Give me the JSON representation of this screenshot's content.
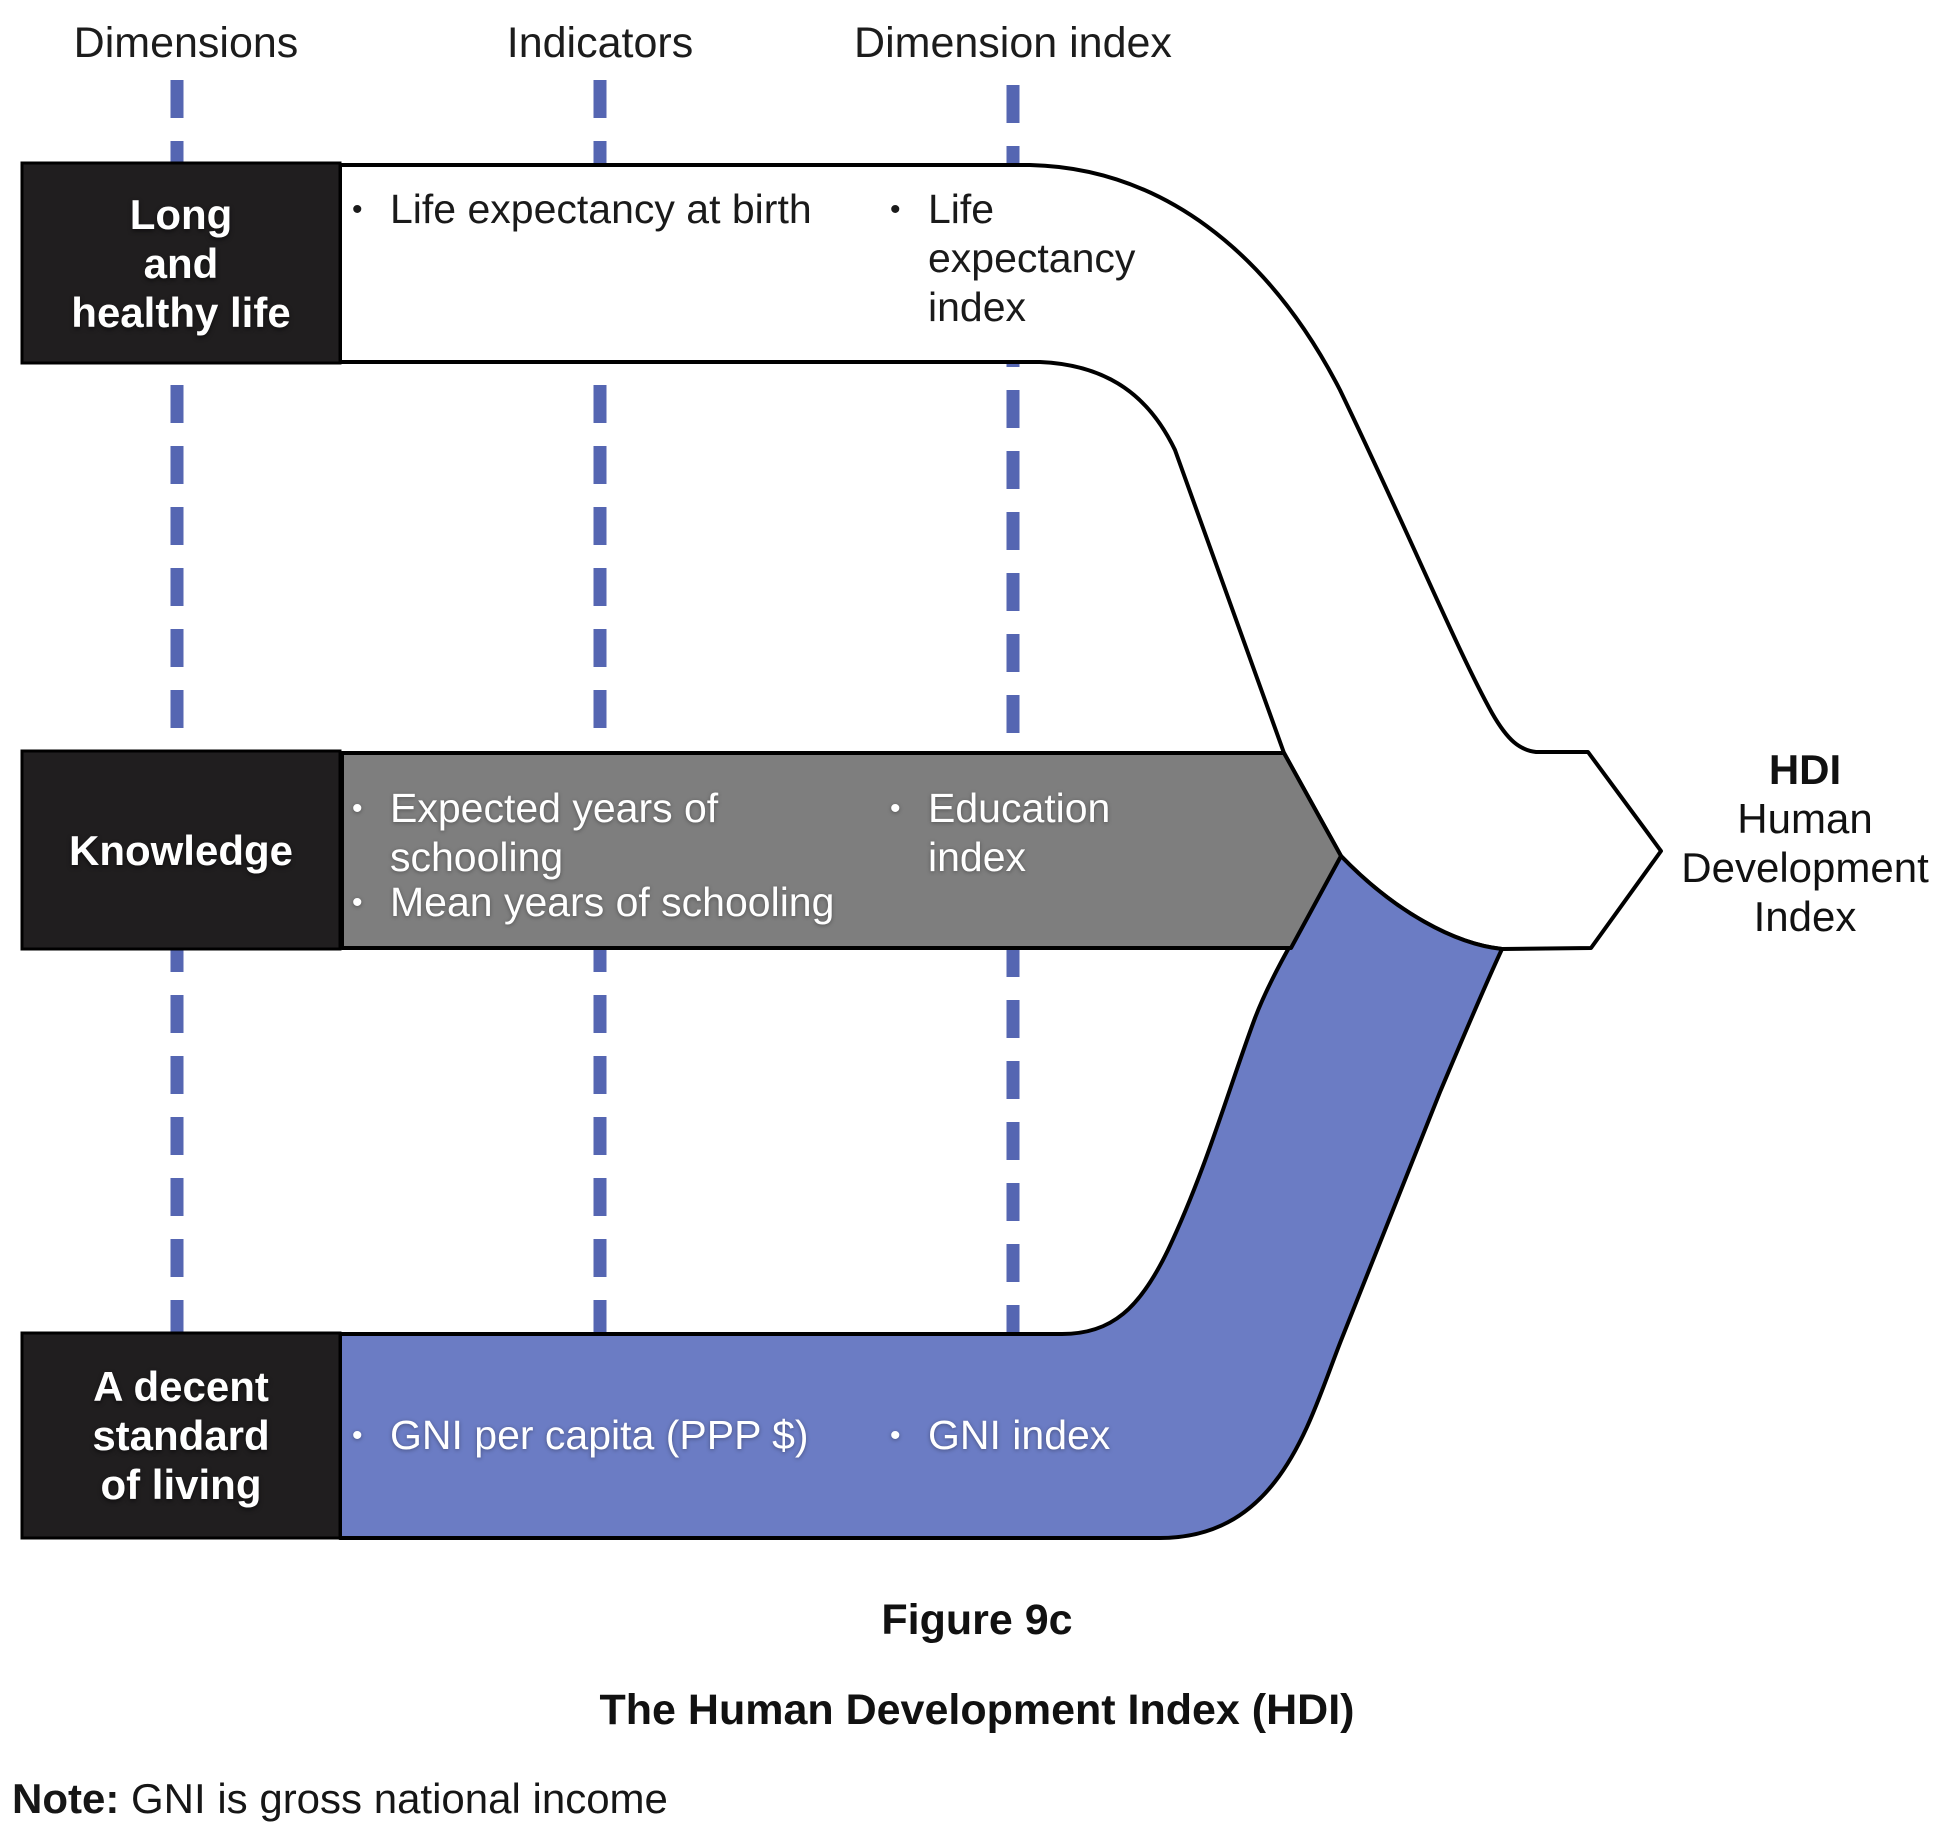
{
  "header": {
    "col1": "Dimensions",
    "col2": "Indicators",
    "col3": "Dimension index"
  },
  "ui": {
    "bullet": "•"
  },
  "rows": [
    {
      "dimension": "Long and healthy life",
      "dimension_lines": [
        "Long",
        "and",
        "healthy life"
      ],
      "indicator_items": [
        {
          "lines": [
            "Life expectancy at birth"
          ]
        }
      ],
      "index": "Life expectancy index",
      "index_lines": [
        "Life",
        "expectancy",
        "index"
      ]
    },
    {
      "dimension": "Knowledge",
      "dimension_lines": [
        "Knowledge"
      ],
      "indicator_items": [
        {
          "lines": [
            "Expected years of",
            "schooling"
          ]
        },
        {
          "lines": [
            "Mean years of schooling"
          ]
        }
      ],
      "index": "Education index",
      "index_lines": [
        "Education",
        "index"
      ]
    },
    {
      "dimension": "A decent standard of living",
      "dimension_lines": [
        "A decent",
        "standard",
        "of living"
      ],
      "indicator_items": [
        {
          "lines": [
            "GNI per capita (PPP $)"
          ]
        }
      ],
      "index": "GNI index",
      "index_lines": [
        "GNI index"
      ]
    }
  ],
  "result": {
    "abbr": "HDI",
    "full": "Human Development Index",
    "full_lines": [
      "Human",
      "Development",
      "Index"
    ]
  },
  "captions": {
    "figure": "Figure 9c",
    "title": "The Human Development Index (HDI)"
  },
  "note": {
    "label": "Note:",
    "text": " GNI is gross national income"
  },
  "colors": {
    "band_white": "#ffffff",
    "band_gray": "#7e7e7e",
    "band_blue": "#6b7cc4",
    "box_black": "#201e1f",
    "dash_blue": "#5566b2",
    "outline": "#000000"
  }
}
